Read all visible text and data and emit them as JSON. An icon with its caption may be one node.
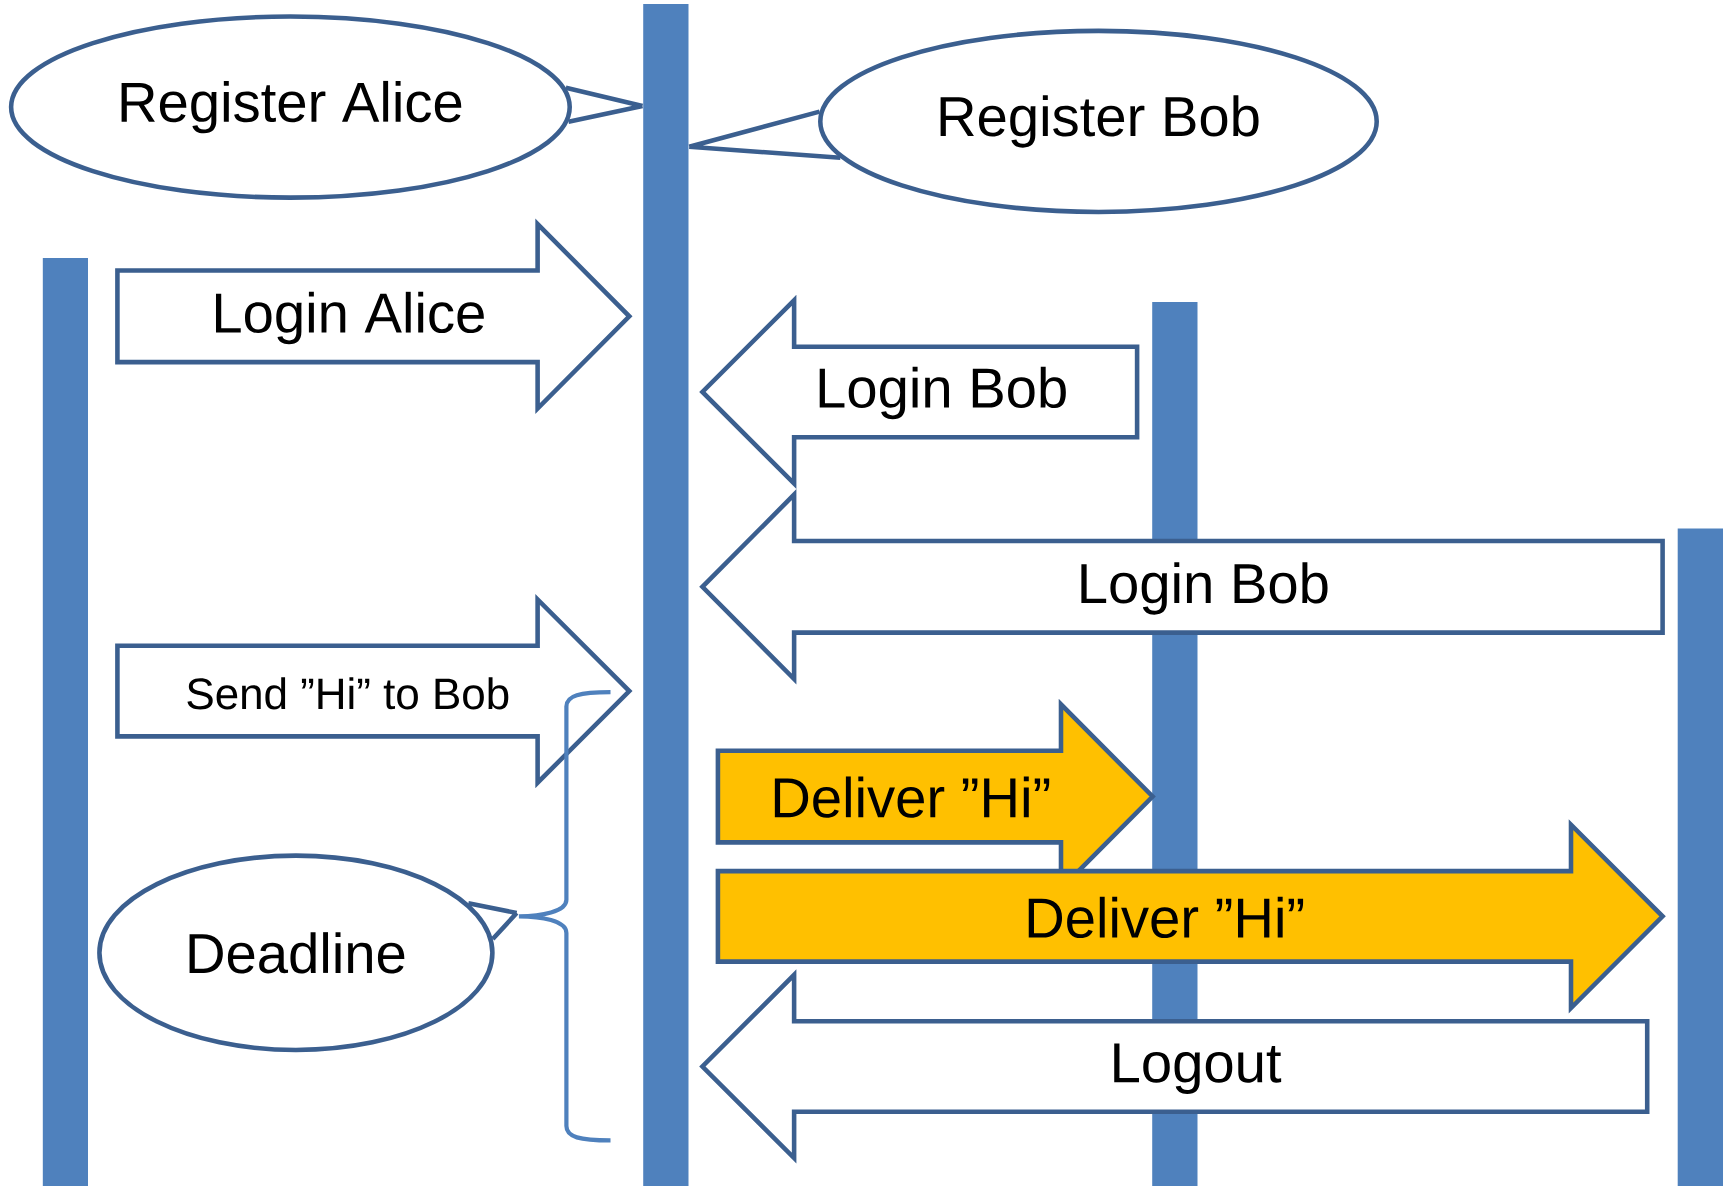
{
  "diagram": {
    "nodes": [
      {
        "text": [
          "Register Alice"
        ]
      },
      {
        "text": [
          "Register Bob"
        ]
      },
      {
        "text": [
          "Deadline"
        ]
      },
      {
        "text": [],
        "shape": "bar"
      },
      {
        "text": [],
        "shape": "bar"
      },
      {
        "text": [],
        "shape": "bar"
      },
      {
        "text": [],
        "shape": "bar"
      }
    ],
    "edges": [
      {
        "from": 0,
        "to": 4,
        "arrow": "none"
      },
      {
        "from": 1,
        "to": 4,
        "arrow": "none"
      },
      {
        "from": 2,
        "to": null,
        "arrow": "none"
      },
      {
        "from": 3,
        "to": 4,
        "arrow": "to",
        "label": "Login Alice"
      },
      {
        "from": 5,
        "to": 4,
        "arrow": "to",
        "label": "Login Bob"
      },
      {
        "from": 6,
        "to": 4,
        "arrow": "to",
        "label": "Login Bob"
      },
      {
        "from": 3,
        "to": 4,
        "arrow": "to",
        "label": "Send ”Hi” to Bob"
      },
      {
        "from": 4,
        "to": 5,
        "arrow": "to",
        "label": "Deliver ”Hi”",
        "color": "#ffc000"
      },
      {
        "from": 4,
        "to": 6,
        "arrow": "to",
        "label": "Deliver ”Hi”",
        "color": "#ffc000"
      },
      {
        "from": 6,
        "to": 4,
        "arrow": "to",
        "label": "Logout"
      }
    ]
  }
}
